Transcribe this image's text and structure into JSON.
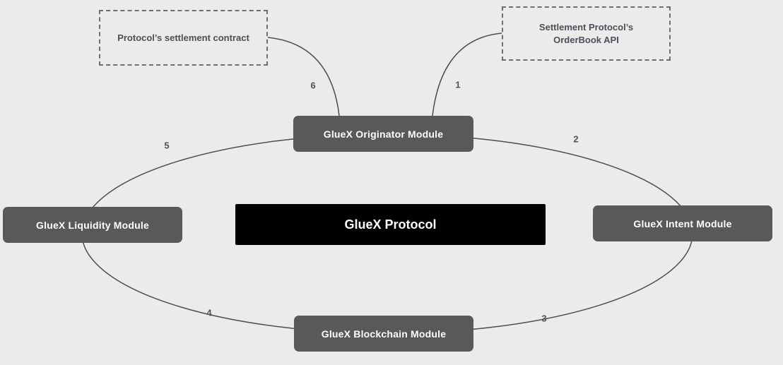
{
  "diagram": {
    "protocol_node": {
      "label": "GlueX Protocol"
    },
    "modules": {
      "originator": {
        "label": "GlueX Originator Module"
      },
      "liquidity": {
        "label": "GlueX Liquidity Module"
      },
      "intent": {
        "label": "GlueX Intent Module"
      },
      "blockchain": {
        "label": "GlueX Blockchain Module"
      }
    },
    "external_nodes": {
      "settlement_contract": {
        "label": "Protocol’s settlement contract"
      },
      "orderbook_api": {
        "line1": "Settlement Protocol’s",
        "line2": "OrderBook API"
      }
    },
    "flow_steps": [
      "1",
      "2",
      "3",
      "4",
      "5",
      "6"
    ],
    "colors": {
      "background": "#ebebeb",
      "module_fill": "#595959",
      "module_text": "#ffffff",
      "protocol_fill": "#000000",
      "protocol_text": "#ffffff",
      "connector_stroke": "#4d4d4d",
      "dashed_border": "#6e6e6e",
      "label_text": "#4d5158"
    }
  }
}
